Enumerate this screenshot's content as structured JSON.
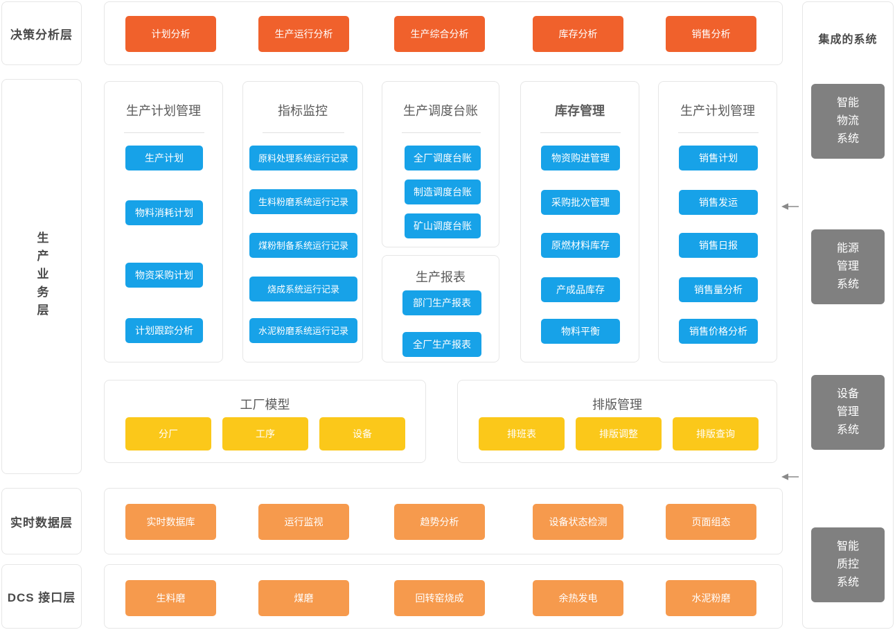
{
  "layers": {
    "decision": "决策分析层",
    "business": "生产业务层",
    "realtime": "实时数据层",
    "dcs": "DCS 接口层"
  },
  "decision_row": {
    "items": [
      "计划分析",
      "生产运行分析",
      "生产综合分析",
      "库存分析",
      "销售分析"
    ]
  },
  "business_groups": [
    {
      "title": "生产计划管理",
      "items": [
        "生产计划",
        "物料消耗计划",
        "物资采购计划",
        "计划跟踪分析"
      ]
    },
    {
      "title": "指标监控",
      "items": [
        "原料处理系统运行记录",
        "生料粉磨系统运行记录",
        "煤粉制备系统运行记录",
        "烧成系统运行记录",
        "水泥粉磨系统运行记录"
      ]
    },
    {
      "title": "生产调度台账",
      "items": [
        "全厂调度台账",
        "制造调度台账",
        "矿山调度台账"
      ]
    },
    {
      "title": "库存管理",
      "items": [
        "物资购进管理",
        "采购批次管理",
        "原燃材料库存",
        "产成品库存",
        "物料平衡"
      ]
    },
    {
      "title": "生产计划管理",
      "items": [
        "销售计划",
        "销售发运",
        "销售日报",
        "销售量分析",
        "销售价格分析"
      ]
    }
  ],
  "report_group": {
    "title": "生产报表",
    "items": [
      "部门生产报表",
      "全厂生产报表"
    ]
  },
  "factory_model": {
    "title": "工厂模型",
    "items": [
      "分厂",
      "工序",
      "设备"
    ]
  },
  "schedule_mgmt": {
    "title": "排版管理",
    "items": [
      "排班表",
      "排版调整",
      "排版查询"
    ]
  },
  "realtime_row": {
    "items": [
      "实时数据库",
      "运行监视",
      "趋势分析",
      "设备状态检测",
      "页面组态"
    ]
  },
  "dcs_row": {
    "items": [
      "生料磨",
      "煤磨",
      "回转窑烧成",
      "余热发电",
      "水泥粉磨"
    ]
  },
  "integrated": {
    "title": "集成的系统",
    "items": [
      "智能\n物流\n系统",
      "能源\n管理\n系统",
      "设备\n管理\n系统",
      "智能\n质控\n系统"
    ]
  },
  "colors": {
    "tomato": "#f0612c",
    "blue": "#17a2e8",
    "yellow": "#fbc81a",
    "orange": "#f69a4d",
    "gray": "#808080",
    "panel_border": "#e6e6e6",
    "text_dark": "#4a4a4a"
  }
}
